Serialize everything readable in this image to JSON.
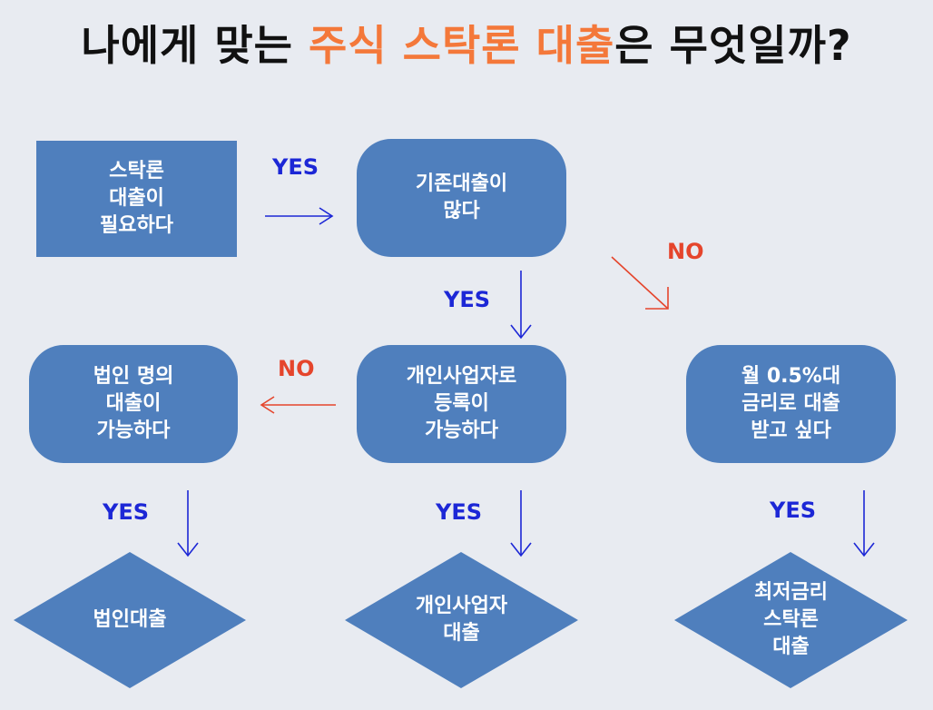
{
  "title": {
    "prefix": "나에게 맞는 ",
    "highlight": "주식 스탁론 대출",
    "suffix": "은 무엇일까?"
  },
  "nodes": {
    "need_loan": "스탁론\n대출이\n필요하다",
    "existing_loans": "기존대출이\n많다",
    "sole_prop_registrable": "개인사업자로\n등록이\n가능하다",
    "corp_loan_possible": "법인 명의\n대출이\n가능하다",
    "low_rate_wanted": "월 0.5%대\n금리로 대출\n받고 싶다",
    "result_corporate": "법인대출",
    "result_sole_prop": "개인사업자\n대출",
    "result_lowest_rate": "최저금리\n스탁론\n대출"
  },
  "labels": {
    "yes": "YES",
    "no": "NO"
  },
  "colors": {
    "node_fill": "#4f7fbd",
    "title_highlight": "#f4783a",
    "yes_color": "#1c27d6",
    "no_color": "#e5452c",
    "background": "#e8ebf1"
  }
}
